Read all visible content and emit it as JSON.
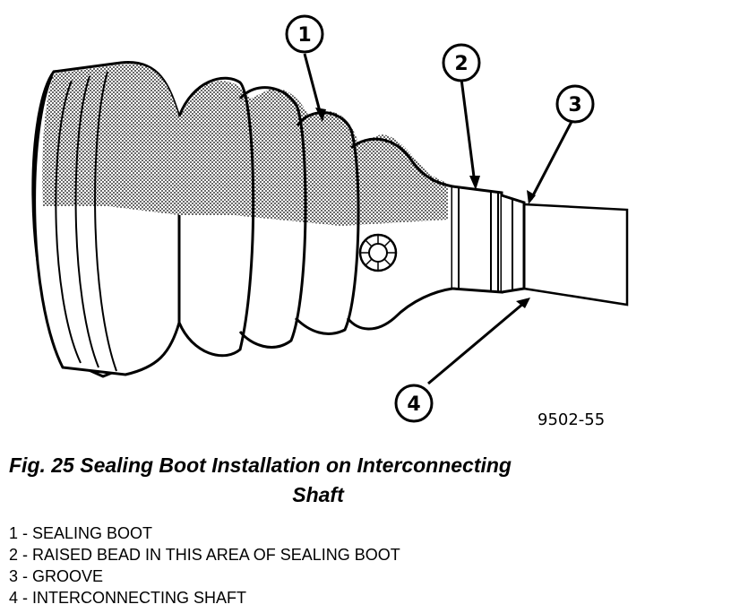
{
  "figure": {
    "code": "9502-55",
    "callouts": [
      "1",
      "2",
      "3",
      "4"
    ]
  },
  "caption": {
    "line1": "Fig. 25 Sealing Boot Installation on Interconnecting",
    "line2": "Shaft"
  },
  "legend": [
    {
      "number": "1",
      "text": "SEALING BOOT"
    },
    {
      "number": "2",
      "text": "RAISED BEAD IN THIS AREA OF SEALING BOOT"
    },
    {
      "number": "3",
      "text": "GROOVE"
    },
    {
      "number": "4",
      "text": "INTERCONNECTING SHAFT"
    }
  ]
}
